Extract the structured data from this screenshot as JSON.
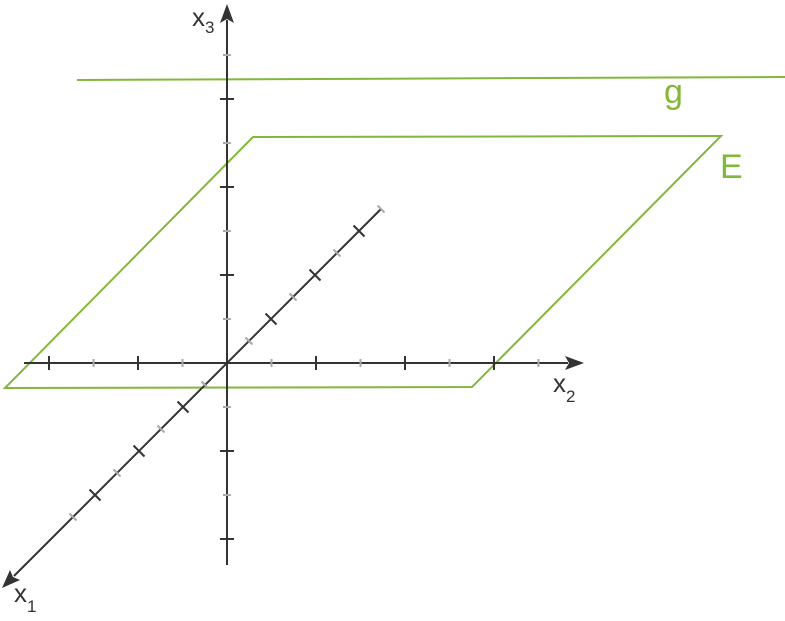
{
  "colors": {
    "accent": "#82b83a",
    "axis": "#333333",
    "minor_tick": "#a9a9a9"
  },
  "axes": {
    "x1": {
      "base": "x",
      "sub": "1"
    },
    "x2": {
      "base": "x",
      "sub": "2"
    },
    "x3": {
      "base": "x",
      "sub": "3"
    }
  },
  "labels": {
    "line": "g",
    "plane": "E"
  }
}
